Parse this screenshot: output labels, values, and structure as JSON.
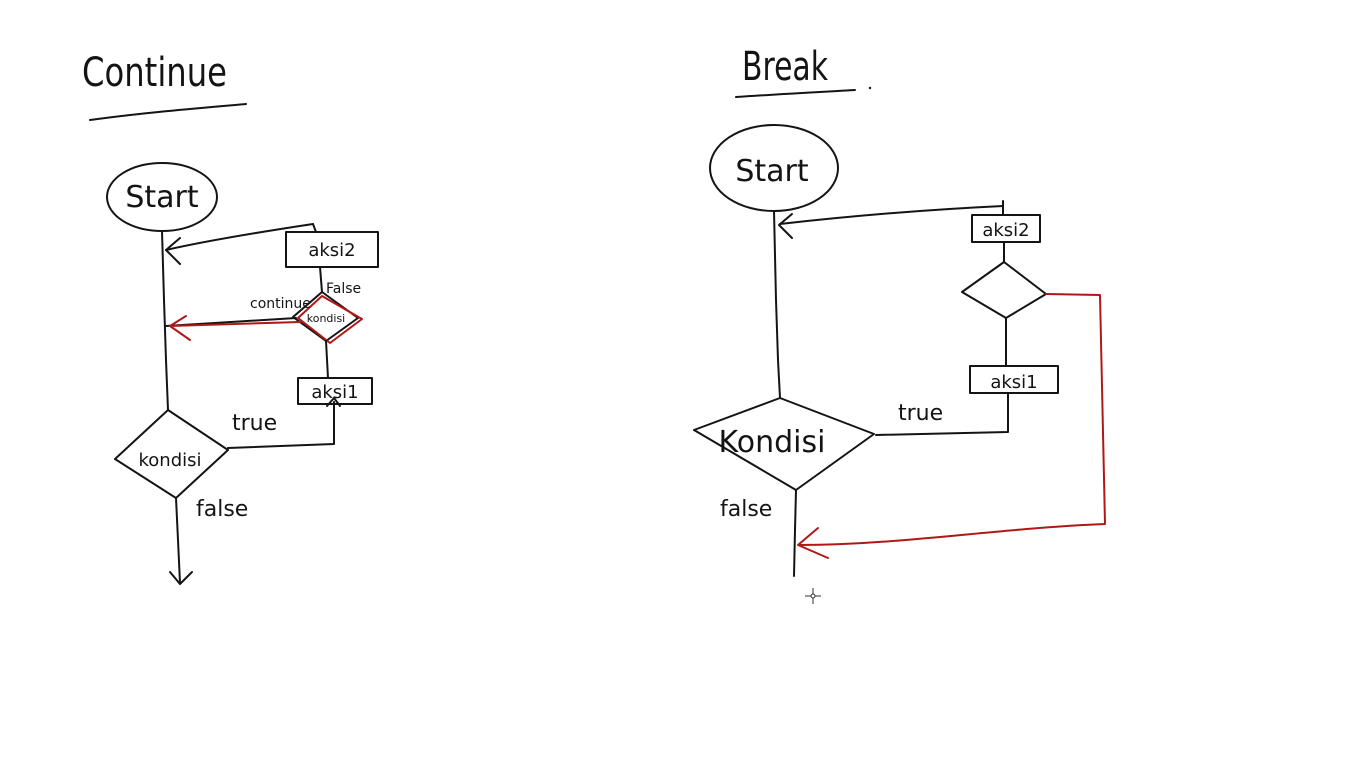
{
  "colors": {
    "ink": "#141414",
    "accent_red": "#b01818",
    "background": "#ffffff"
  },
  "continue_diagram": {
    "title": "Continue",
    "start": "Start",
    "aksi2": "aksi2",
    "inner_condition": "kondisi",
    "inner_false": "False",
    "continue_label": "continue",
    "aksi1": "aksi1",
    "condition": "kondisi",
    "true_label": "true",
    "false_label": "false"
  },
  "break_diagram": {
    "title": "Break",
    "start": "Start",
    "aksi2": "aksi2",
    "aksi1": "aksi1",
    "condition": "Kondisi",
    "true_label": "true",
    "false_label": "false"
  },
  "cursor_icon": "crosshair-icon"
}
